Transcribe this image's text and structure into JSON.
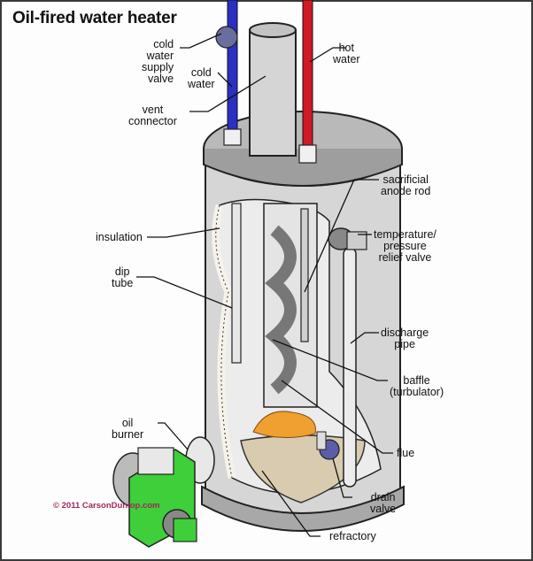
{
  "title": "Oil-fired water heater",
  "copyright": "© 2011 CarsonDunlop.com",
  "colors": {
    "cold_pipe": "#2b2fc4",
    "hot_pipe": "#d01a24",
    "tank": "#c8c8c8",
    "burner": "#3ecf3a",
    "flame": "#f0a030",
    "refractory": "#d9cbb0"
  },
  "labels": {
    "cold_water_supply_valve": "cold\nwater\nsupply\nvalve",
    "cold_water": "cold\nwater",
    "vent_connector": "vent\nconnector",
    "hot_water": "hot\nwater",
    "sacrificial_anode_rod": "sacrificial\nanode rod",
    "insulation": "insulation",
    "temperature_pressure_relief_valve": "temperature/\npressure\nrelief valve",
    "dip_tube": "dip\ntube",
    "discharge_pipe": "discharge\npipe",
    "baffle": "baffle\n(turbulator)",
    "flue": "flue",
    "oil_burner": "oil\nburner",
    "drain_valve": "drain\nvalve",
    "refractory": "refractory"
  }
}
